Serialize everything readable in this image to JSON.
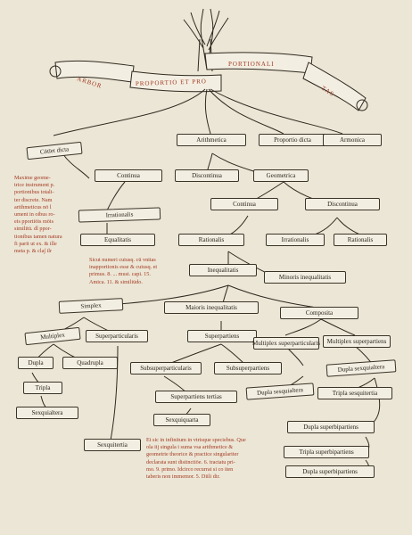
{
  "banner": {
    "line1": "ARBOR",
    "line2": "PROPORTIO ET PRO",
    "line3": "PORTIONALI",
    "line4": "TAS"
  },
  "nodes": {
    "n1": "Cōtīet dicta",
    "n2": "Arithmetica",
    "n3": "Proportio dicta",
    "n4": "Armonica",
    "n5": "Continua",
    "n6": "Discontinua",
    "n7": "Geometrica",
    "n8": "Irrationalis",
    "n9": "Continua",
    "n10": "Discontinua",
    "n11": "Equalitatis",
    "n12": "Rationalis",
    "n13": "Irrationalis",
    "n14": "Rationalis",
    "n15": "Inequalitatis",
    "n16": "Minoris inequalitatis",
    "n17": "Simplex",
    "n18": "Maioris inequalitatis",
    "n19": "Composita",
    "n20": "Multiplex",
    "n21": "Superparticularis",
    "n22": "Superpartiens",
    "n23": "Multiplex superparticularis",
    "n24": "Multiplex superpartiens",
    "n25": "Dupla",
    "n26": "Quadrupla",
    "n27": "Subsuperparticularis",
    "n28": "Subsuperpartiens",
    "n29": "Dupla sexquialtera",
    "n30": "Tripla",
    "n31": "Superpartiens tertias",
    "n32": "Dupla sesquialtera",
    "n33": "Tripla sesquitertia",
    "n34": "Sexquialtera",
    "n35": "Sexquiquarta",
    "n36": "Dupla superbipartiens",
    "n37": "Sexquitertia",
    "n38": "Tripla superbipartiens",
    "n39": "Dupla superbipartiens"
  },
  "notes": {
    "left": "Maxime geome-\ntrice instrument p.\nportionibus totali-\nter discrete. Nam\narithmeticus nō l\nument in oibus ro-\neis pportiōis mōis\nsimilitū. dl ppor-\ntionibus tamen natura\nfi parit ut ex. & ille\nmeta p. & cla∫ ilr",
    "middle": "Sicut numeri cuiusq. cū vnitas\ninapportionis esse & cuiusq. et\nprimus. 8. ... musi. capi. 15.\nAmica. 11. & similiūdo.",
    "bottom": "Et sic in infinitum in vtrisque speciebus. Que\nola iij singula i suma vsa arithmetice &\ngeometrie theorice & practice singulariter\ndeclarata sunt distinctiōe. 6. tractatu pri-\nmo. 9. primo. Idcirco recurrat si co iten\ntaberis non immemor. 5. Diili dir."
  }
}
